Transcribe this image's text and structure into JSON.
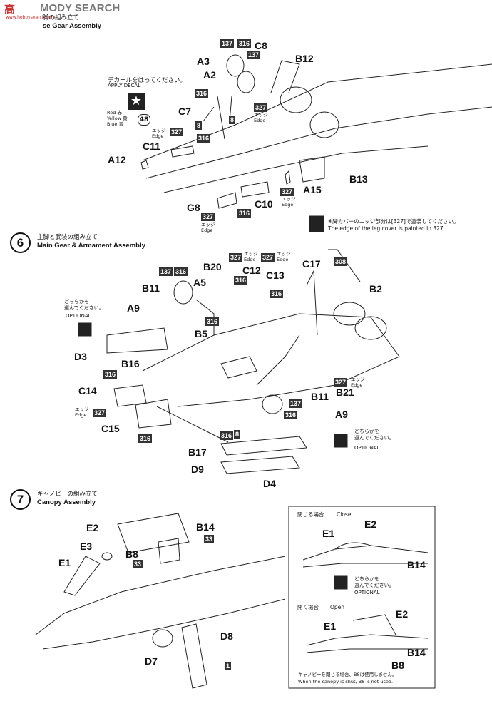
{
  "watermark": "MODY SEARCH",
  "watermark_prefix": "高",
  "watermark_url": "www.hobbysearch.com",
  "step5": {
    "title_jp": "脚の組み立て",
    "title_en": "se Gear Assembly"
  },
  "step6": {
    "number": "6",
    "title_jp": "主脚と武装の組み立て",
    "title_en": "Main Gear & Armament Assembly"
  },
  "step7": {
    "number": "7",
    "title_jp": "キャノピーの組み立て",
    "title_en": "Canopy Assembly"
  },
  "decal": {
    "jp": "デカールをはってください。",
    "en": "APPLY DECAL",
    "red": "Red 赤",
    "yellow": "Yellow 黄",
    "blue": "Blue 青",
    "number": "48"
  },
  "edge": {
    "jp": "エッジ",
    "en": "Edge"
  },
  "optional": {
    "jp": "どちらかを\n選んでください。",
    "en": "OPTIONAL"
  },
  "paint_note": {
    "jp": "※脚カバーのエッジ部分は[327]で塗装してください。",
    "en": "The edge of the leg cover is painted in 327."
  },
  "close_box": {
    "title_jp": "閉じる場合",
    "title_en": "Close",
    "open_jp": "開く場合",
    "open_en": "Open",
    "note_jp": "キャノピーを閉じる場合、B8は使用しません。",
    "note_en": "When the canopy is shut, B8 is not used."
  },
  "colors": {
    "c137": "137",
    "c316": "316",
    "c327": "327",
    "c308": "308",
    "c33": "33",
    "c8": "8",
    "c1": "1"
  },
  "parts": {
    "A3": "A3",
    "A2": "A2",
    "C8": "C8",
    "B12": "B12",
    "C7": "C7",
    "C11": "C11",
    "A12": "A12",
    "G8": "G8",
    "C10": "C10",
    "A15": "A15",
    "B13": "B13",
    "B20": "B20",
    "C12": "C12",
    "C13": "C13",
    "C17": "C17",
    "B2": "B2",
    "B11": "B11",
    "A5": "A5",
    "A9": "A9",
    "B5": "B5",
    "D3": "D3",
    "B16": "B16",
    "C14": "C14",
    "C15": "C15",
    "B17": "B17",
    "D9": "D9",
    "D4": "D4",
    "B21": "B21",
    "E2": "E2",
    "E3": "E3",
    "E1": "E1",
    "B8": "B8",
    "B14": "B14",
    "D8": "D8",
    "D7": "D7"
  }
}
